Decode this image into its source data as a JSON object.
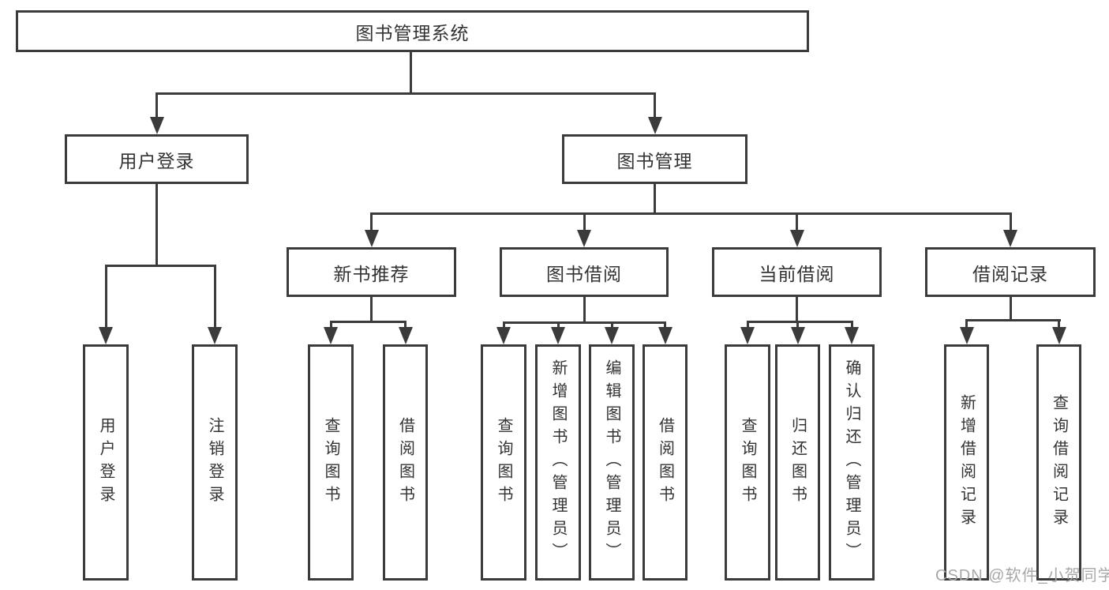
{
  "diagram": {
    "root": {
      "label": "图书管理系统"
    },
    "level2": [
      {
        "label": "用户登录"
      },
      {
        "label": "图书管理"
      }
    ],
    "level3": [
      {
        "label": "新书推荐"
      },
      {
        "label": "图书借阅"
      },
      {
        "label": "当前借阅"
      },
      {
        "label": "借阅记录"
      }
    ],
    "leaves": {
      "user_login": [
        {
          "label": "用户登录"
        },
        {
          "label": "注销登录"
        }
      ],
      "new_books": [
        {
          "label": "查询图书"
        },
        {
          "label": "借阅图书"
        }
      ],
      "book_borrow": [
        {
          "label": "查询图书"
        },
        {
          "label": "新增图书（管理员）"
        },
        {
          "label": "编辑图书（管理员）"
        },
        {
          "label": "借阅图书"
        }
      ],
      "current_borrow": [
        {
          "label": "查询图书"
        },
        {
          "label": "归还图书"
        },
        {
          "label": "确认归还（管理员）"
        }
      ],
      "borrow_records": [
        {
          "label": "新增借阅记录"
        },
        {
          "label": "查询借阅记录"
        }
      ]
    }
  },
  "watermark": {
    "text": "CSDN @软件_小贺同学"
  },
  "colors": {
    "line": "#3b3b3b",
    "text": "#333333",
    "background": "#ffffff",
    "watermark": "#a8a8a8"
  }
}
